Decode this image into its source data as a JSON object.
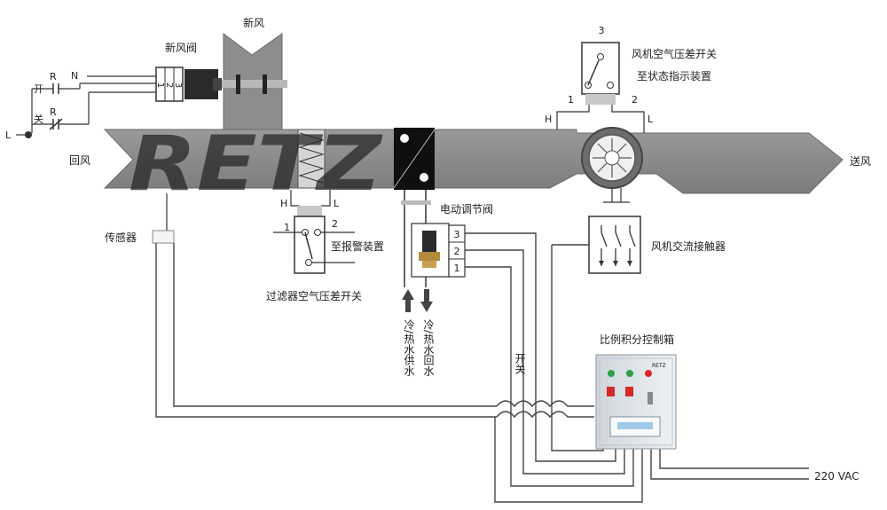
{
  "labels": {
    "fresh_air": "新风",
    "fresh_air_valve": "新风阀",
    "return_air": "回风",
    "supply_air": "送风",
    "open": "开",
    "close": "关",
    "n": "N",
    "l": "L",
    "r_top": "R",
    "r_bottom": "R",
    "sensor": "传感器",
    "filter_switch": "过滤器空气压差开关",
    "alarm_device": "至报警装置",
    "electric_valve": "电动调节阀",
    "cold_hot_supply": "冷/热水供水",
    "cold_hot_return": "冷/热水回水",
    "fan_pressure_switch": "风机空气压差开关",
    "status_device": "至状态指示装置",
    "fan_contactor": "风机交流接触器",
    "pi_control_box": "比例积分控制箱",
    "open_close": "开关",
    "vac": "220 VAC",
    "term_1": "1",
    "term_2": "2",
    "term_3": "3",
    "h": "H",
    "watermark": "RETZ",
    "box_brand": "RETZ",
    "valve_terminals": [
      "1",
      "2",
      "3"
    ],
    "damper_terminals": [
      "1",
      "2",
      "3"
    ]
  },
  "colors": {
    "duct": "#8e8e8e",
    "duct_dark": "#5e5e5e",
    "watermark": "#e8232a",
    "box": "#e3e8ec"
  }
}
